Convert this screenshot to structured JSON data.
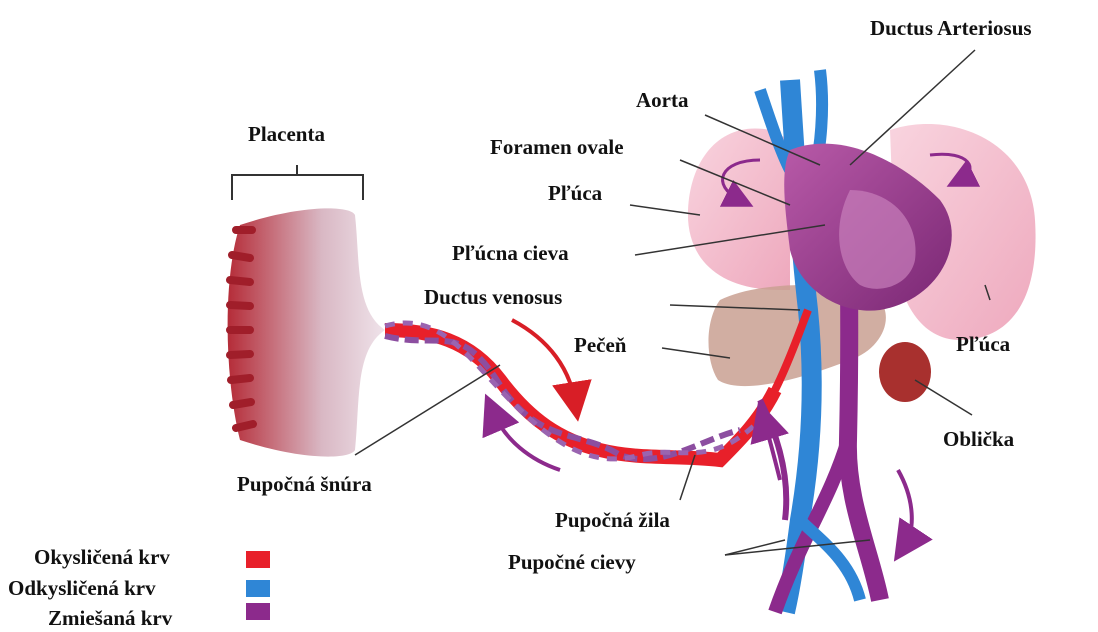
{
  "labels": {
    "placenta": "Placenta",
    "ductus_arteriosus": "Ductus Arteriosus",
    "aorta": "Aorta",
    "foramen_ovale": "Foramen ovale",
    "pluca_left": "Pľúca",
    "plucna_cieva": "Pľúcna cieva",
    "ductus_venosus": "Ductus venosus",
    "pecen": "Pečeň",
    "pluca_right": "Pľúca",
    "oblicka": "Oblička",
    "pupocna_snura": "Pupočná šnúra",
    "pupocna_zila": "Pupočná žila",
    "pupocne_cievy": "Pupočné cievy"
  },
  "legend": {
    "items": [
      {
        "label": "Okysličená krv",
        "color": "#e8202a"
      },
      {
        "label": "Odkysličená krv",
        "color": "#2f86d6"
      },
      {
        "label": "Zmiešaná krv",
        "color": "#8c2a8c"
      }
    ]
  },
  "colors": {
    "oxygenated": "#e8202a",
    "deoxygenated": "#2f86d6",
    "mixed": "#8c2a8c",
    "lung": "#f3b6c8",
    "liver": "#c99a8a",
    "heart": "#a8479a",
    "kidney": "#a8302e",
    "placenta": "#c43a44"
  }
}
